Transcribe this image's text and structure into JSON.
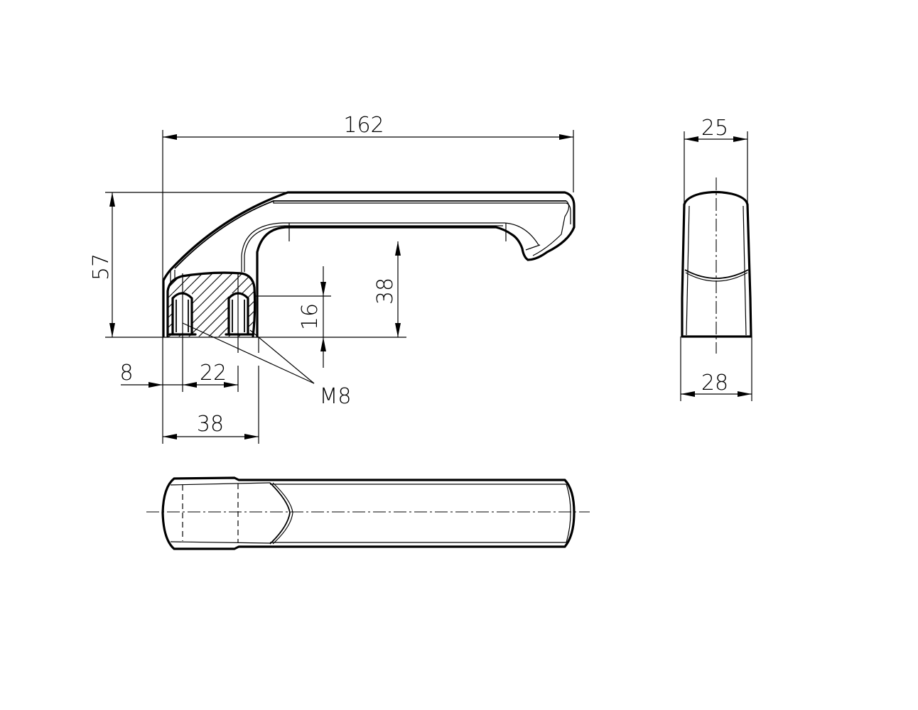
{
  "drawing": {
    "title": "Handle technical drawing",
    "colors": {
      "line": "#000000",
      "background": "#ffffff"
    },
    "side_view": {
      "dimensions": {
        "overall_length": "162",
        "overall_height": "57",
        "grip_clearance": "38",
        "thread_depth": "16",
        "first_hole_offset": "8",
        "hole_spacing": "22",
        "base_length": "38"
      },
      "callout": {
        "thread": "M8"
      }
    },
    "end_view": {
      "dimensions": {
        "top_width": "25",
        "base_width": "28"
      }
    },
    "top_view": {
      "label": ""
    }
  }
}
